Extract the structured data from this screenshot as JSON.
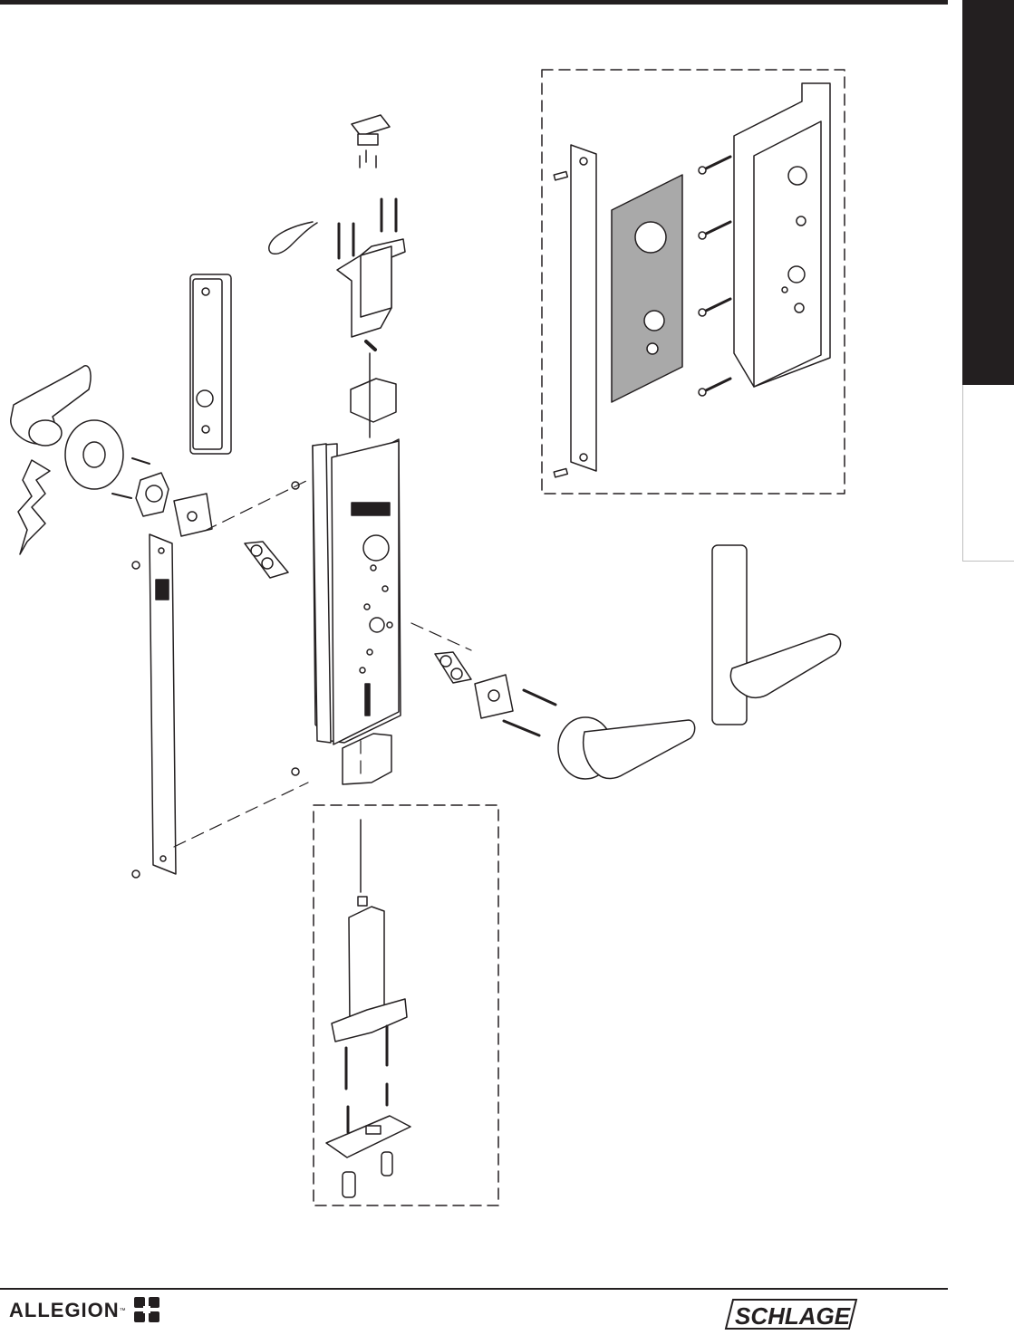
{
  "document": {
    "type": "exploded parts diagram",
    "colors": {
      "ink": "#231f20",
      "plate_gray": "#a9a9a9",
      "tab_dark": "#231f20"
    }
  },
  "footer": {
    "left_brand": "ALLEGION",
    "left_brand_tm": "™",
    "right_brand": "SCHLAGE"
  }
}
